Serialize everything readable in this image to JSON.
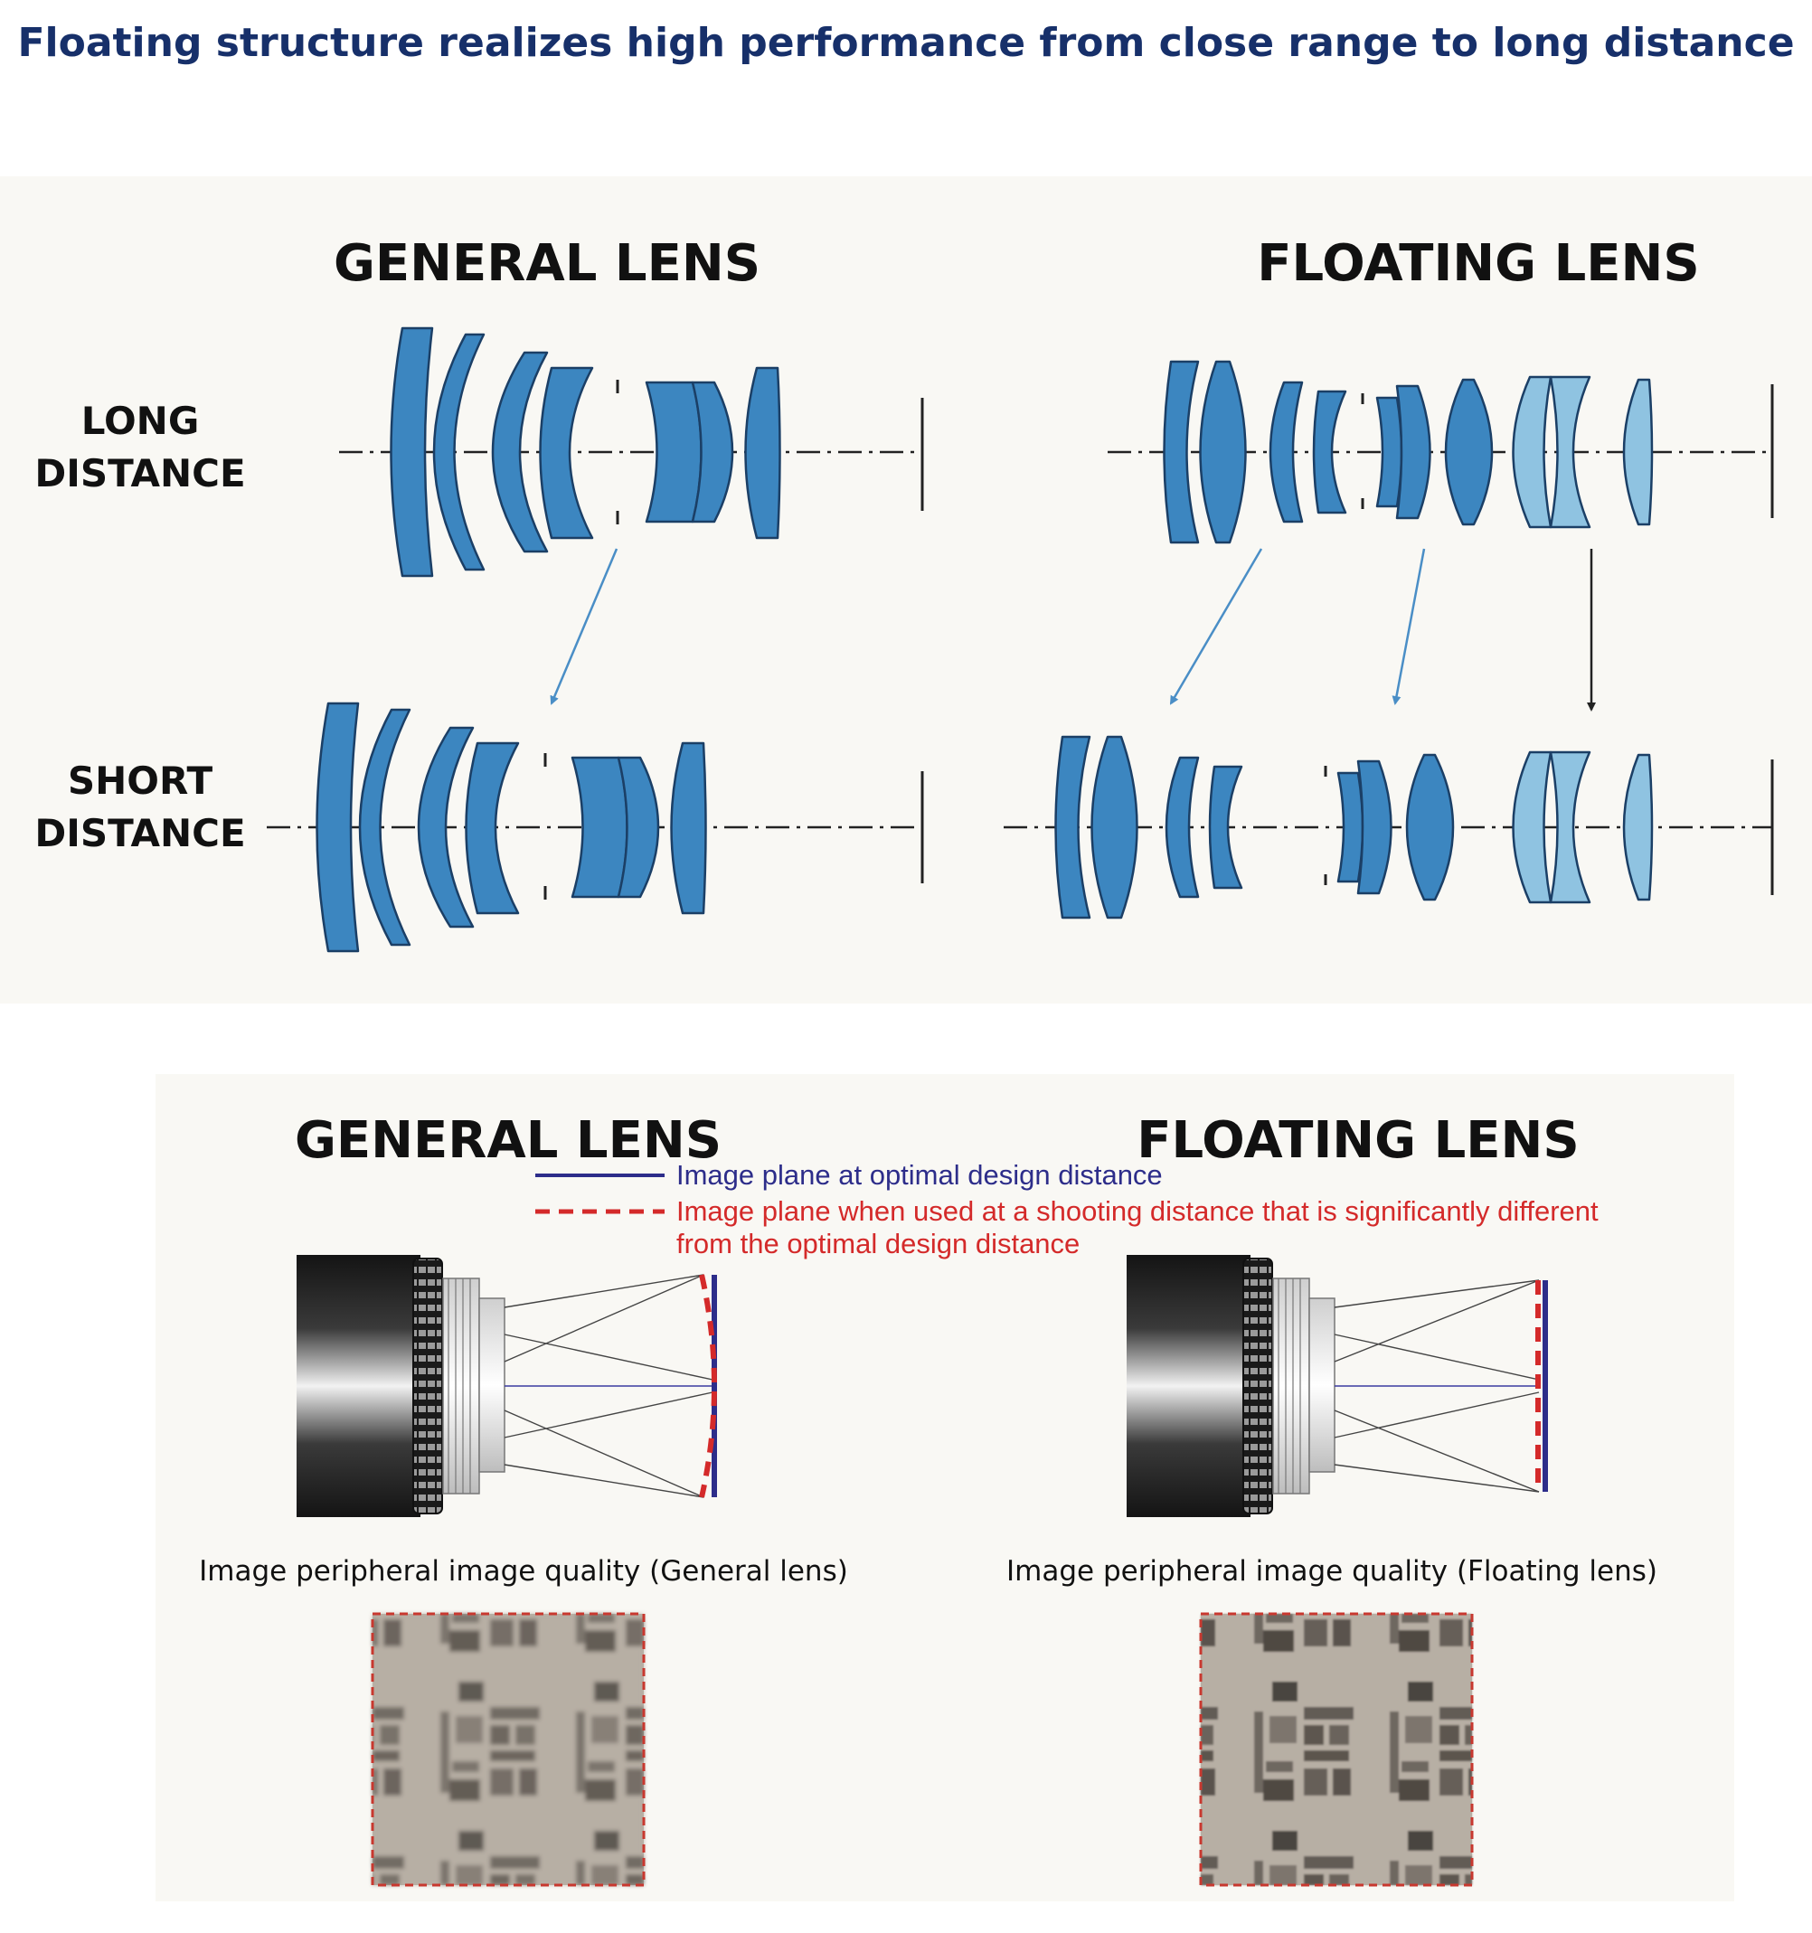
{
  "title": "Floating structure realizes high performance from close range to long distance",
  "top_diagram": {
    "general_header": "GENERAL LENS",
    "floating_header": "FLOATING LENS",
    "row_long": [
      "LONG",
      "DISTANCE"
    ],
    "row_short": [
      "SHORT",
      "DISTANCE"
    ]
  },
  "bottom_diagram": {
    "general_header": "GENERAL LENS",
    "floating_header": "FLOATING LENS",
    "legend_solid": "Image plane at optimal design distance",
    "legend_dashed_line1": "Image plane when used at a shooting distance that is significantly different",
    "legend_dashed_line2": "from the optimal design distance",
    "caption_general": "Image peripheral image quality (General lens)",
    "caption_floating": "Image peripheral image quality (Floating lens)"
  },
  "colors": {
    "title": "#17306a",
    "lens_dark": "#3c86c0",
    "lens_light": "#8fc3e1",
    "arrow_blue": "#4a8ec6",
    "solid_plane": "#2d2d8a",
    "dashed_plane": "#d42a2a"
  }
}
